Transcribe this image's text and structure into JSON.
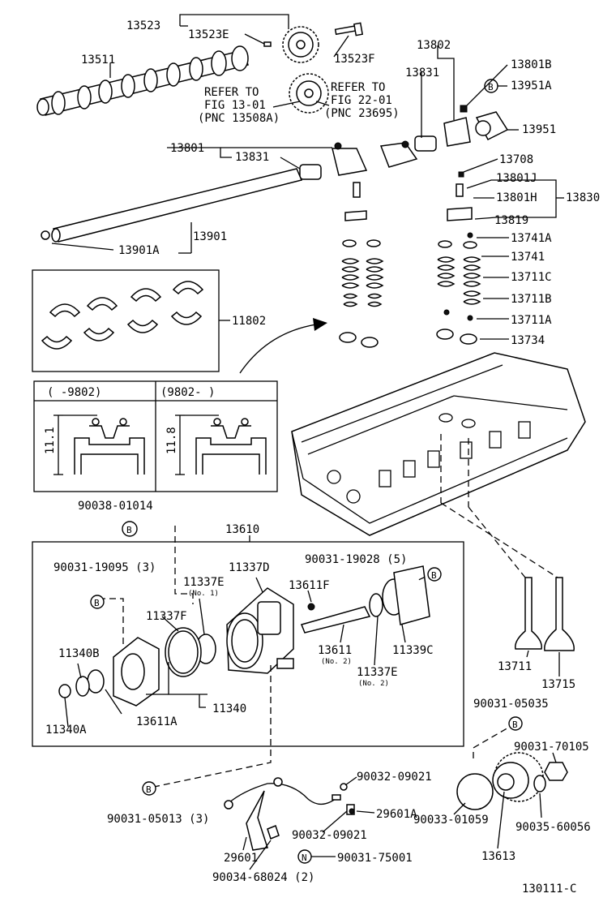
{
  "part_labels": {
    "p13523": "13523",
    "p13523E": "13523E",
    "p13523F": "13523F",
    "p13511": "13511",
    "p13802": "13802",
    "p13831a": "13831",
    "p13801B": "13801B",
    "p13951A": "13951A",
    "p13951": "13951",
    "p13801": "13801",
    "p13831b": "13831",
    "p13708": "13708",
    "p13801J": "13801J",
    "p13801H": "13801H",
    "p13830": "13830",
    "p13819": "13819",
    "p13901": "13901",
    "p13901A": "13901A",
    "p13741A": "13741A",
    "p13741": "13741",
    "p13711C": "13711C",
    "p13711B": "13711B",
    "p13711A": "13711A",
    "p13734": "13734",
    "p11802": "11802",
    "p90038_01014": "90038-01014",
    "p13610": "13610",
    "p90031_19095": "90031-19095 (3)",
    "p11337E1": "11337E",
    "p11337E1_note": "(No. 1)",
    "p11337D": "11337D",
    "p90031_19028": "90031-19028 (5)",
    "p13611F": "13611F",
    "p11337F": "11337F",
    "p11340B": "11340B",
    "p13611": "13611",
    "p13611_note": "(No. 2)",
    "p11337E2": "11337E",
    "p11337E2_note": "(No. 2)",
    "p11339C": "11339C",
    "p11340A": "11340A",
    "p13611A": "13611A",
    "p11340": "11340",
    "p13711": "13711",
    "p13715": "13715",
    "p90031_05035": "90031-05035",
    "p90031_70105": "90031-70105",
    "p90032_09021a": "90032-09021",
    "p90031_05013": "90031-05013 (3)",
    "p29601A": "29601A",
    "p90032_09021b": "90032-09021",
    "p90033_01059": "90033-01059",
    "p90035_60056": "90035-60056",
    "p29601": "29601",
    "p90031_75001": "90031-75001",
    "p13613": "13613",
    "p90034_68024": "90034-68024 (2)"
  },
  "refer_notes": {
    "left_line1": "REFER TO",
    "left_line2": "FIG 13-01",
    "left_line3": "(PNC 13508A)",
    "right_line1": "REFER TO",
    "right_line2": "FIG 22-01",
    "right_line3": "(PNC 23695)"
  },
  "inset": {
    "left_header": "(      -9802)",
    "right_header": "(9802-      )",
    "left_dim": "11.1",
    "right_dim": "11.8"
  },
  "markers": {
    "B": "B",
    "N": "N"
  },
  "figure_code": "130111-C"
}
